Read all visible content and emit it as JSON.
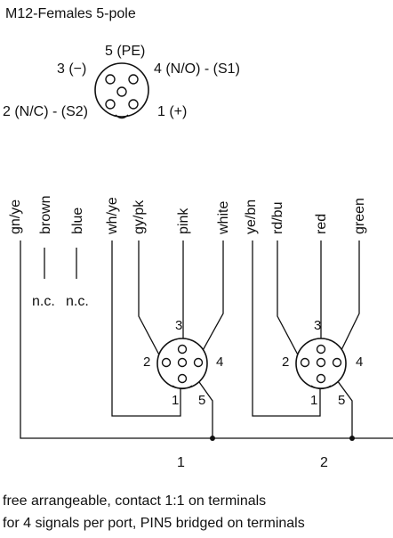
{
  "header": {
    "title": "M12-Females 5-pole"
  },
  "connector": {
    "pin5": "5 (PE)",
    "pin3": "3 (−)",
    "pin4": "4  (N/O) - (S1)",
    "pin2": "2  (N/C) - (S2)",
    "pin1": "1 (+)"
  },
  "wires": [
    "gn/ye",
    "brown",
    "blue",
    "wh/ye",
    "gy/pk",
    "pink",
    "white",
    "ye/bn",
    "rd/bu",
    "red",
    "green"
  ],
  "nc_labels": [
    "n.c.",
    "n.c."
  ],
  "port1": {
    "p1": "1",
    "p2": "2",
    "p3": "3",
    "p4": "4",
    "p5": "5",
    "number": "1"
  },
  "port2": {
    "p1": "1",
    "p2": "2",
    "p3": "3",
    "p4": "4",
    "p5": "5",
    "number": "2"
  },
  "footer": {
    "line1": "free arrangeable, contact 1:1 on terminals",
    "line2": "for 4 signals per port, PIN5 bridged on terminals"
  }
}
